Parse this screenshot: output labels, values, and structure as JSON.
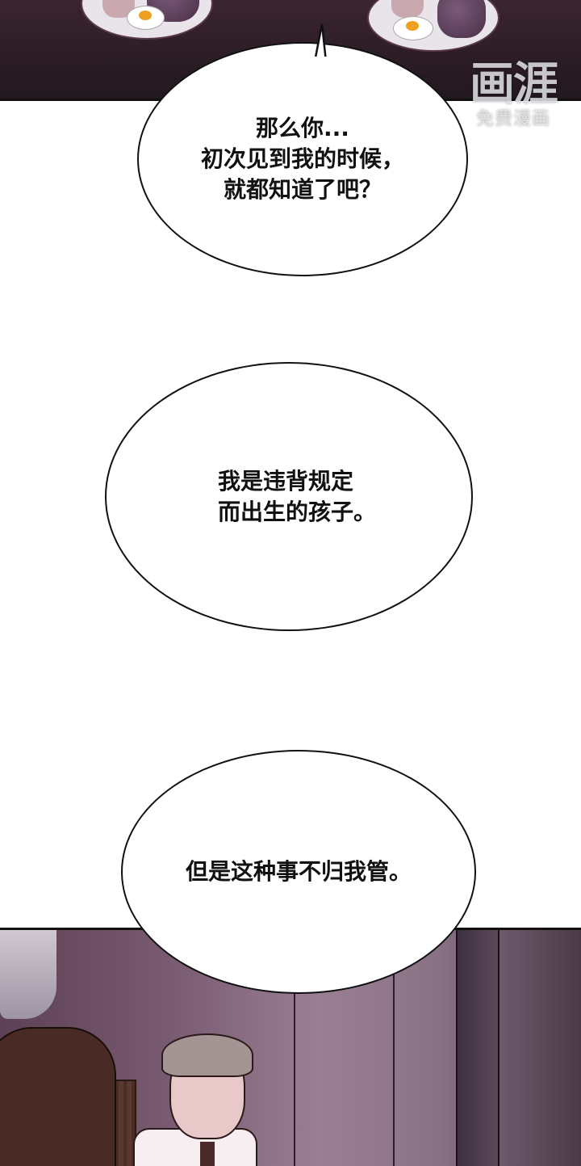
{
  "watermark": {
    "brand": "画涯",
    "tagline": "免费漫画"
  },
  "bubbles": [
    {
      "id": "bubble-1",
      "text": "那么你...\n初次见到我的时候，\n就都知道了吧？"
    },
    {
      "id": "bubble-2",
      "text": "我是违背规定\n而出生的孩子。"
    },
    {
      "id": "bubble-3",
      "text": "但是这种事不归我管。"
    }
  ],
  "colors": {
    "top_panel_bg": "#2c1c26",
    "bottom_panel_bg": "#7a5c72",
    "bubble_border": "#111111",
    "page_bg": "#ffffff"
  }
}
